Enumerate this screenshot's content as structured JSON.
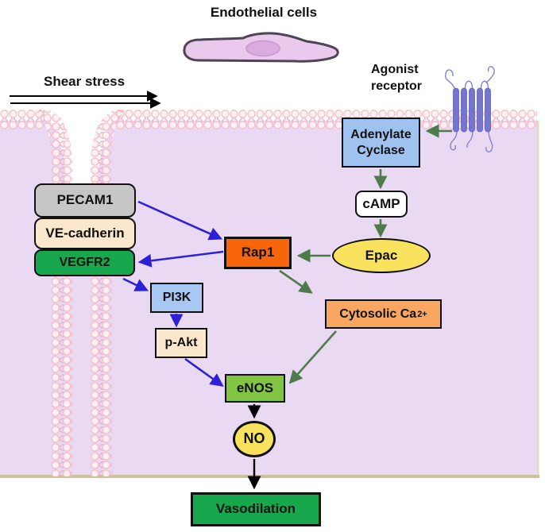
{
  "title": "Endothelial cells",
  "annotations": {
    "shear_stress": "Shear stress",
    "agonist_receptor": "Agonist receptor"
  },
  "nodes": {
    "pecam1": {
      "label": "PECAM1",
      "color": "#c6c6c6"
    },
    "ve_cadherin": {
      "label": "VE-cadherin",
      "color": "#fbe7cc"
    },
    "vegfr2": {
      "label": "VEGFR2",
      "color": "#17a74c"
    },
    "rap1": {
      "label": "Rap1",
      "color": "#f8650b"
    },
    "adenylate_cyclase": {
      "label": "Adenylate Cyclase",
      "color": "#a0c2ee"
    },
    "camp": {
      "label": "cAMP",
      "color": "#ffffff"
    },
    "epac": {
      "label": "Epac",
      "color": "#f9e35e"
    },
    "pi3k": {
      "label": "PI3K",
      "color": "#a6c8f2"
    },
    "p_akt": {
      "label": "p-Akt",
      "color": "#fbe7cc"
    },
    "cytosolic_ca": {
      "label": "Cytosolic Ca",
      "sup": "2+",
      "color": "#f9a660"
    },
    "enos": {
      "label": "eNOS",
      "color": "#82c544"
    },
    "no": {
      "label": "NO",
      "color": "#f9e35e"
    },
    "vasodilation": {
      "label": "Vasodilation",
      "color": "#17a74c"
    }
  },
  "arrow_colors": {
    "blue": "#2d21d8",
    "green": "#4e7b4a",
    "black": "#000000"
  },
  "cell_colors": {
    "cytoplasm": "#ead9f3",
    "membrane_head": "#fdf0f2",
    "membrane_outline": "#f3bbc8",
    "bottom_edge": "#cfc09c"
  }
}
